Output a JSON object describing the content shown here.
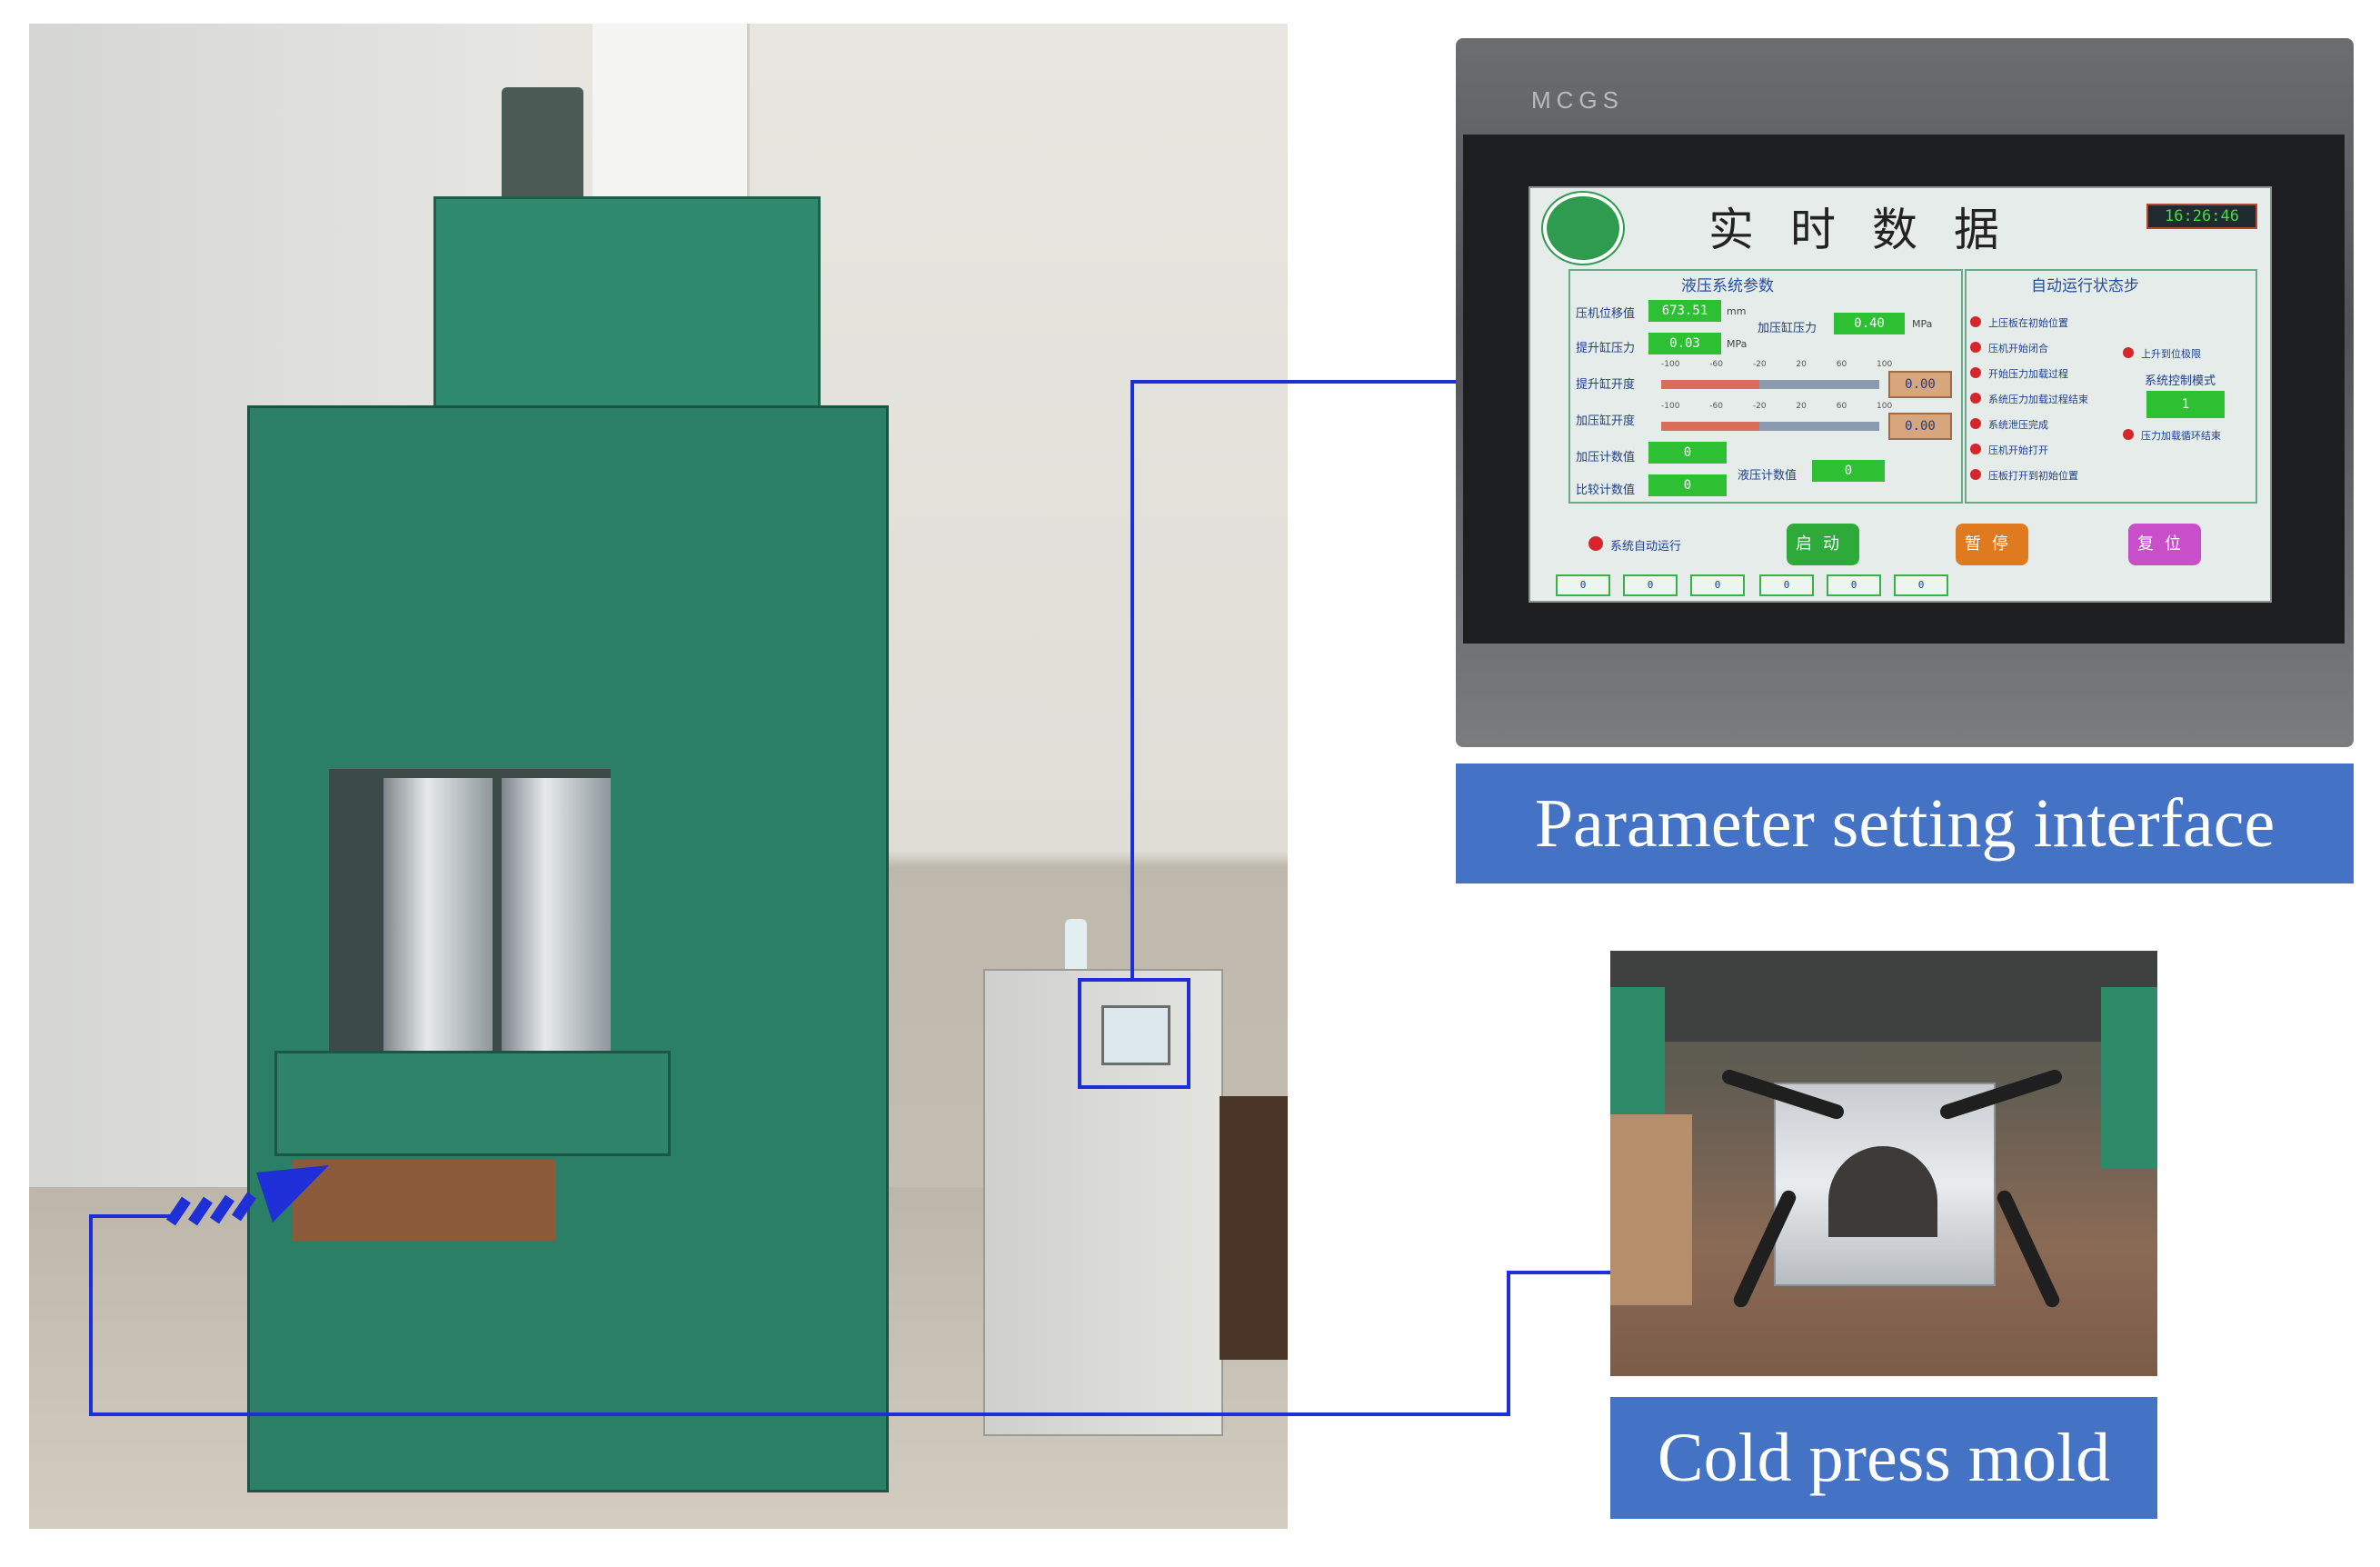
{
  "captions": {
    "hmi": "Parameter setting interface",
    "mold": "Cold press mold"
  },
  "hmi": {
    "brand": "MCGS",
    "title": "实时数据",
    "clock": "16:26:46",
    "hydraulic_panel": {
      "heading": "液压系统参数",
      "press_position_label": "压机位移值",
      "press_position_value": "673.51",
      "press_position_unit": "mm",
      "press_cylinder_pressure_label": "加压缸压力",
      "press_cylinder_pressure_value": "0.40",
      "press_cylinder_pressure_unit": "MPa",
      "lift_cylinder_pressure_label": "提升缸压力",
      "lift_cylinder_pressure_value": "0.03",
      "lift_cylinder_pressure_unit": "MPa",
      "lift_cylinder_opening_label": "提升缸开度",
      "lift_cylinder_opening_value": "0.00",
      "press_cylinder_opening_label": "加压缸开度",
      "press_cylinder_opening_value": "0.00",
      "scale_ticks": "-100 -60 -20 20 60 100",
      "press_count_label": "加压计数值",
      "press_count_value": "0",
      "compare_count_label": "比较计数值",
      "compare_count_value": "0",
      "hydraulic_count_label": "液压计数值",
      "hydraulic_count_value": "0"
    },
    "status_panel": {
      "heading": "自动运行状态步",
      "steps": [
        "上压板在初始位置",
        "压机开始闭合",
        "开始压力加载过程",
        "系统压力加载过程结束",
        "系统泄压完成",
        "压机开始打开",
        "压板打开到初始位置"
      ],
      "upper_limit_label": "上升到位极限",
      "control_mode_label": "系统控制模式",
      "control_mode_value": "1",
      "cycle_end_label": "压力加载循环结束"
    },
    "auto_run_label": "系统自动运行",
    "buttons": {
      "start": "启动",
      "pause": "暂停",
      "reset": "复位"
    },
    "counters": [
      "0",
      "0",
      "0",
      "0",
      "0",
      "0"
    ]
  },
  "colors": {
    "caption_bg": "#4472c4",
    "connector": "#1f2fd8",
    "press_green": "#2a7f64",
    "hmi_value_green": "#2ec033",
    "btn_start": "#2eaa3a",
    "btn_pause": "#e07a1f",
    "btn_reset": "#c94ec9"
  }
}
